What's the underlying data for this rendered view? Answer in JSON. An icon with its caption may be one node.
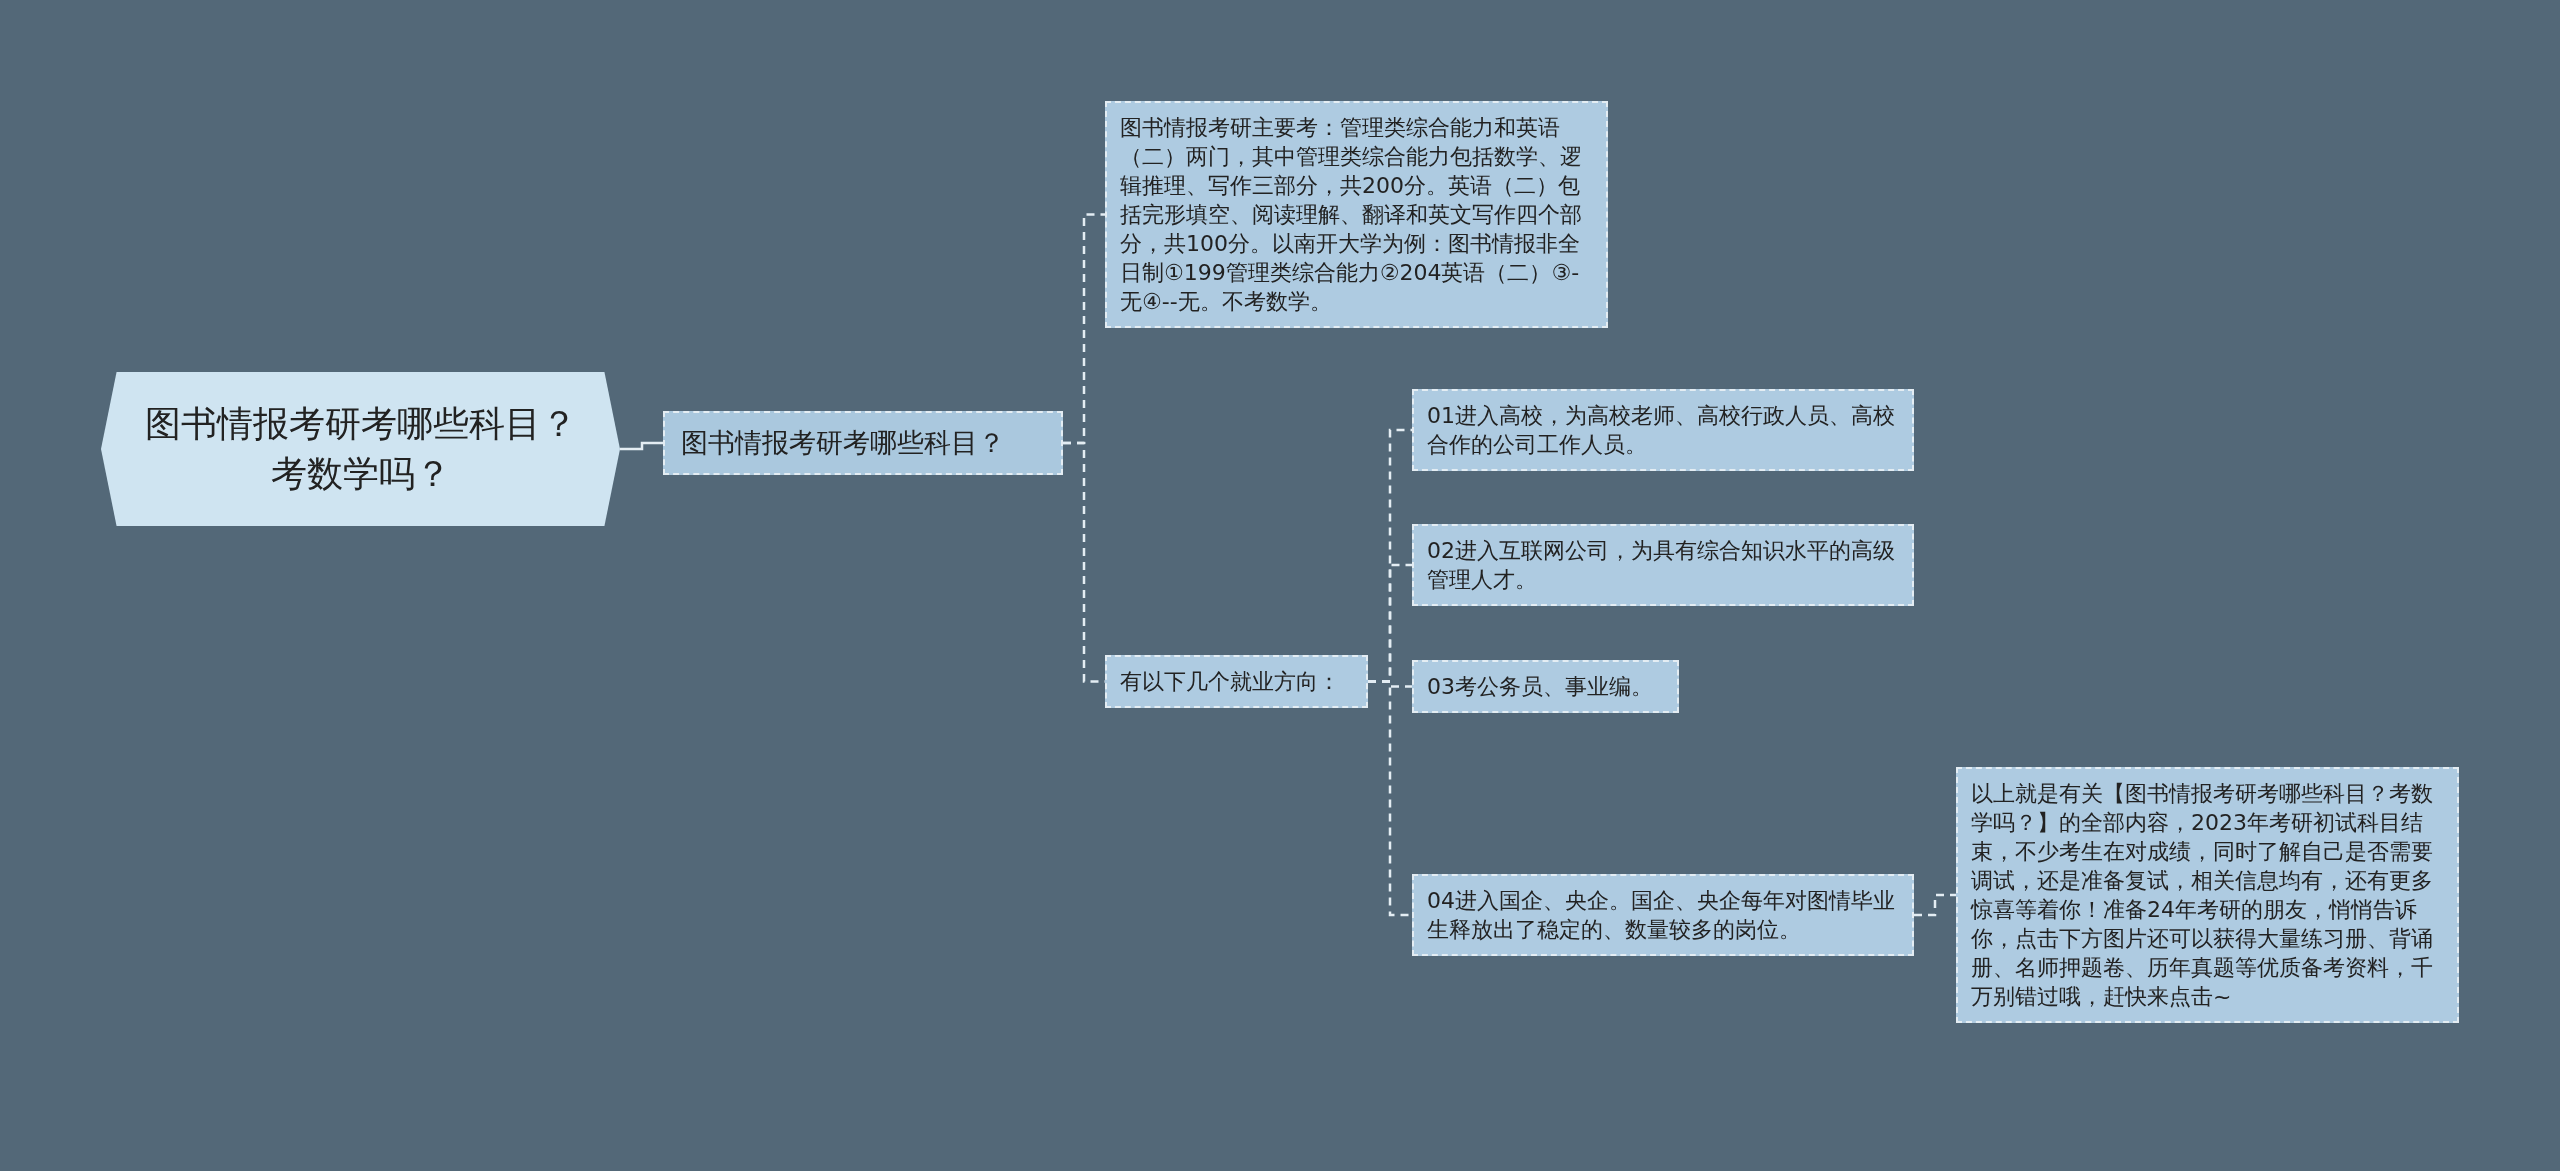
{
  "diagram": {
    "nodes": [
      {
        "text": [
          "图书情报考研考哪些科目？考数学吗？"
        ]
      },
      {
        "text": [
          "图书情报考研考哪些科目？"
        ]
      },
      {
        "text": [
          "图书情报考研主要考：管理类综合能力和英语（二）两门，其中管理类综合能力包括数学、逻辑推理、写作三部分，共200分。英语（二）包括完形填空、阅读理解、翻译和英文写作四个部分，共100分。以南开大学为例：图书情报非全日制①199管理类综合能力②204英语（二）③-无④--无。不考数学。"
        ]
      },
      {
        "text": [
          "有以下几个就业方向："
        ]
      },
      {
        "text": [
          "01进入高校，为高校老师、高校行政人员、高校合作的公司工作人员。"
        ]
      },
      {
        "text": [
          "02进入互联网公司，为具有综合知识水平的高级管理人才。"
        ]
      },
      {
        "text": [
          "03考公务员、事业编。"
        ]
      },
      {
        "text": [
          "04进入国企、央企。国企、央企每年对图情毕业生释放出了稳定的、数量较多的岗位。"
        ]
      },
      {
        "text": [
          "以上就是有关【图书情报考研考哪些科目？考数学吗？】的全部内容，2023年考研初试科目结束，不少考生在对成绩，同时了解自己是否需要调试，还是准备复试，相关信息均有，还有更多惊喜等着你！准备24年考研的朋友，悄悄告诉你，点击下方图片还可以获得大量练习册、背诵册、名师押题卷、历年真题等优质备考资料，千万别错过哦，赶快来点击~"
        ]
      }
    ],
    "edges": [
      {
        "from": 0,
        "to": 1,
        "arrow": "none"
      },
      {
        "from": 1,
        "to": 2,
        "arrow": "none",
        "style": "dashed"
      },
      {
        "from": 1,
        "to": 3,
        "arrow": "none",
        "style": "dashed"
      },
      {
        "from": 3,
        "to": 4,
        "arrow": "none",
        "style": "dashed"
      },
      {
        "from": 3,
        "to": 5,
        "arrow": "none",
        "style": "dashed"
      },
      {
        "from": 3,
        "to": 6,
        "arrow": "none",
        "style": "dashed"
      },
      {
        "from": 3,
        "to": 7,
        "arrow": "none",
        "style": "dashed"
      },
      {
        "from": 7,
        "to": 8,
        "arrow": "none",
        "style": "dashed"
      }
    ]
  }
}
